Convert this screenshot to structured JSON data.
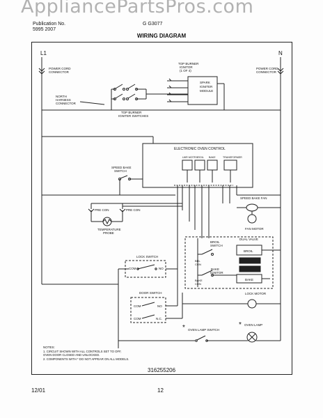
{
  "watermark": "AppliancePartsPros.com",
  "header": {
    "left_line1": "Publication No.",
    "left_line2": "5995 2007",
    "right_text": "G G3077"
  },
  "title": "WIRING DIAGRAM",
  "labels": {
    "l1": "L1",
    "n": "N",
    "power_cord_left": [
      "POWER CORD",
      "CONNECTOR"
    ],
    "power_cord_right": [
      "POWER CORD",
      "CONNECTOR"
    ],
    "top_burner_ignitor": [
      "TOP BURNER",
      "IGNITOR",
      "(1 OF 4)"
    ],
    "spark_module": [
      "SPARK",
      "IGNITER",
      "MODULE"
    ],
    "harness": [
      "NORTH",
      "HARNESS",
      "CONNECTOR"
    ],
    "top_burner_switches": [
      "TOP BURNER",
      "IGNITER SWITCHES"
    ],
    "eoc": "ELECTRONIC OVEN CONTROL",
    "relays": [
      "LWR MOTR",
      "BROIL",
      "BAKE",
      "TRANSFORMER"
    ],
    "speed_bake_switch": [
      "SPEED BAKE",
      "SWITCH"
    ],
    "pre_con_1": "PRE CON",
    "pre_con_2": "PRE CON",
    "temp_probe": [
      "TEMPERATURE",
      "PROBE"
    ],
    "speed_bake_fan": "SPEED BAKE FAN",
    "fan_motor": "FAN MOTOR",
    "broil_switch": [
      "BROIL",
      "SWITCH"
    ],
    "dual_valve": "DUAL VALVE",
    "bake_ignitor": [
      "BAKE",
      "IGNITOR"
    ],
    "broil_con": [
      "BRL",
      "CON"
    ],
    "bake_con": [
      "BAKE",
      "CON"
    ],
    "broil_v": "BROIL",
    "bake_v": "BAKE",
    "lock_switch": "LOCK SWITCH",
    "com": "COM",
    "nc": "N.C.",
    "no": "NO",
    "door_switch": "DOOR SWITCH",
    "lock_motor": "LOCK MOTOR",
    "oven_lamp_switch": "OVEN LAMP SWITCH",
    "oven_lamp": "OVEN LAMP",
    "star": "*"
  },
  "notes": {
    "heading": "NOTES:",
    "line1": "1.  CIRCUIT SHOWN WITH ALL CONTROLS SET TO OFF,",
    "line1b": "     OVEN DOOR CLOSED AND UNLOCKED.",
    "line2": "2.  COMPONENTS WITH  *  DO NOT APPEAR ON ALL MODELS."
  },
  "part_number": "316255206",
  "footer": {
    "date": "12/01",
    "page": "12"
  }
}
